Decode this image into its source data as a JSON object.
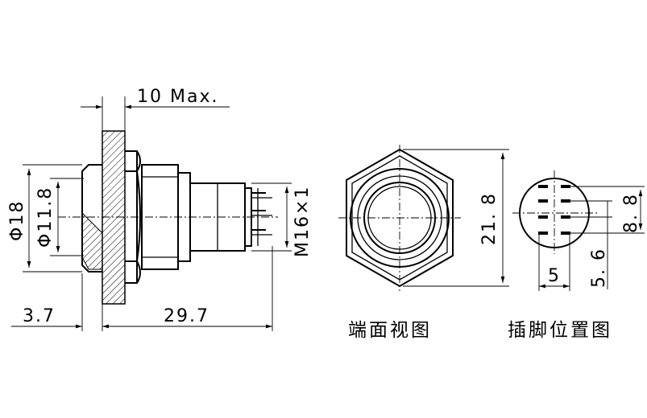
{
  "dimensions": {
    "max_depth": "10 Max.",
    "diameter_18": "Φ18",
    "diameter_11_8": "Φ11.8",
    "front_length": "3.7",
    "body_length": "29.7",
    "thread": "M16×1",
    "hex_width": "21. 8",
    "pin_spacing_v": "8. 8",
    "pin_spacing_h": "5",
    "pin_spacing_v2": "5. 6"
  },
  "captions": {
    "end_view": "端面视图",
    "pin_position": "插脚位置图"
  }
}
